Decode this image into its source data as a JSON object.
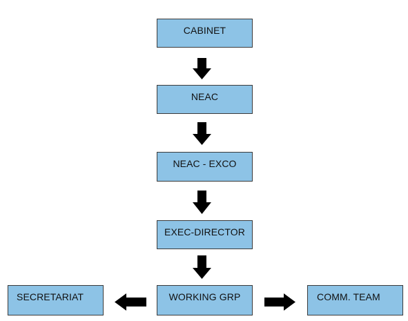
{
  "diagram": {
    "nodes": {
      "cabinet": "CABINET",
      "neac": "NEAC",
      "neac_exco": "NEAC - EXCO",
      "exec_director": "EXEC-DIRECTOR",
      "working_grp": "WORKING GRP",
      "secretariat": "SECRETARIAT",
      "comm_team": "COMM. TEAM"
    },
    "edges": [
      [
        "cabinet",
        "neac"
      ],
      [
        "neac",
        "neac_exco"
      ],
      [
        "neac_exco",
        "exec_director"
      ],
      [
        "exec_director",
        "working_grp"
      ],
      [
        "working_grp",
        "secretariat"
      ],
      [
        "working_grp",
        "comm_team"
      ]
    ],
    "colors": {
      "box_fill": "#8dc3e6",
      "box_border": "#3a3a3a",
      "arrow": "#000000"
    }
  }
}
